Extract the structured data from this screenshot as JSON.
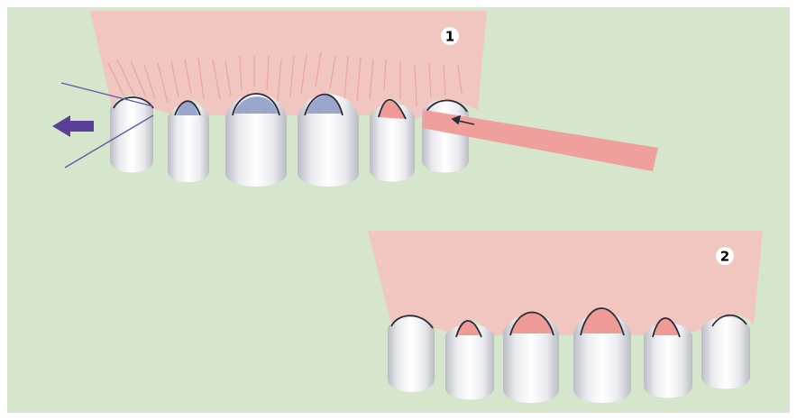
{
  "panels": [
    {
      "id": "1",
      "label": "1"
    },
    {
      "id": "2",
      "label": "2"
    }
  ],
  "colors": {
    "background": "#d5e6cc",
    "gingiva": "#f1c6c0",
    "gingiva_line": "#e9a5a0",
    "papilla": "#ee9a95",
    "plaque": "#9aa6cc",
    "instrument": "#ef9f9c",
    "arrow": "#5a3f98",
    "thread": "#5a5fa8",
    "tooth_edge": "#2b2b3a"
  },
  "icons": {
    "direction_arrow": "left-arrow-icon",
    "probe_pointer": "small-arrow-icon"
  }
}
